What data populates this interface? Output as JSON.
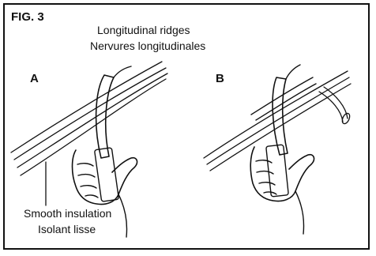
{
  "figure": {
    "title": "FIG. 3",
    "panels": [
      {
        "label": "A"
      },
      {
        "label": "B"
      }
    ],
    "callouts": {
      "ridges_en": "Longitudinal ridges",
      "ridges_fr": "Nervures longitudinales",
      "smooth_en": "Smooth insulation",
      "smooth_fr": "Isolant lisse"
    }
  }
}
